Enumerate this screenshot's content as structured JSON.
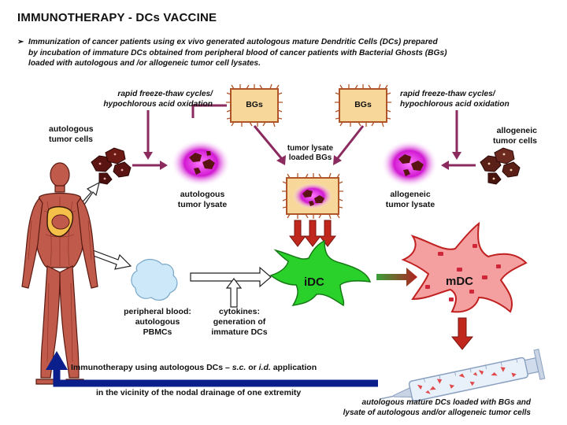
{
  "title": "IMMUNOTHERAPY - DCs VACCINE",
  "intro": {
    "bullet": "➢",
    "lines": [
      "Immunization of cancer patients using ex vivo generated autologous mature Dendritic Cells (DCs) prepared",
      "by incubation of immature DCs obtained from peripheral blood of cancer patients with Bacterial Ghosts (BGs)",
      "loaded with autologous and /or allogeneic tumor cell lysates."
    ]
  },
  "labels": {
    "rapid_left": [
      "rapid freeze-thaw cycles/",
      "hypochlorous acid oxidation"
    ],
    "rapid_right": [
      "rapid freeze-thaw cycles/",
      "hypochlorous acid oxidation"
    ],
    "bgs_left": "BGs",
    "bgs_right": "BGs",
    "auto_cells": [
      "autologous",
      "tumor cells"
    ],
    "allo_cells": [
      "allogeneic",
      "tumor cells"
    ],
    "loaded_bgs": [
      "tumor lysate",
      "loaded BGs"
    ],
    "auto_lysate": [
      "autologous",
      "tumor lysate"
    ],
    "allo_lysate": [
      "allogeneic",
      "tumor lysate"
    ],
    "idc": "iDC",
    "mdc": "mDC",
    "pbmc": [
      "peripheral blood:",
      "autologous",
      "PBMCs"
    ],
    "cytokines": [
      "cytokines:",
      "generation of",
      "immature DCs"
    ],
    "therapy_line1_pre": "Immunotherapy using autologous DCs – ",
    "therapy_line1_sc": "s.c.",
    "therapy_line1_or": " or ",
    "therapy_line1_id": "i.d.",
    "therapy_line1_post": " application",
    "therapy_line2": "in the vicinity of the nodal drainage of one extremity",
    "syringe_caption": [
      "autologous mature DCs loaded with BGs and",
      "lysate of autologous and/or allogeneic tumor cells"
    ]
  },
  "colors": {
    "arrow_purple": "#8b2a5e",
    "arrow_red": "#c0281e",
    "arrow_blue": "#0a1f8c",
    "bgs_fill": "#f7d79a",
    "idc_green": "#2bd12b",
    "mdc_red": "#f04b4b",
    "tumor_brown": "#5a1512",
    "lysate_magenta": "#d21ad2"
  }
}
